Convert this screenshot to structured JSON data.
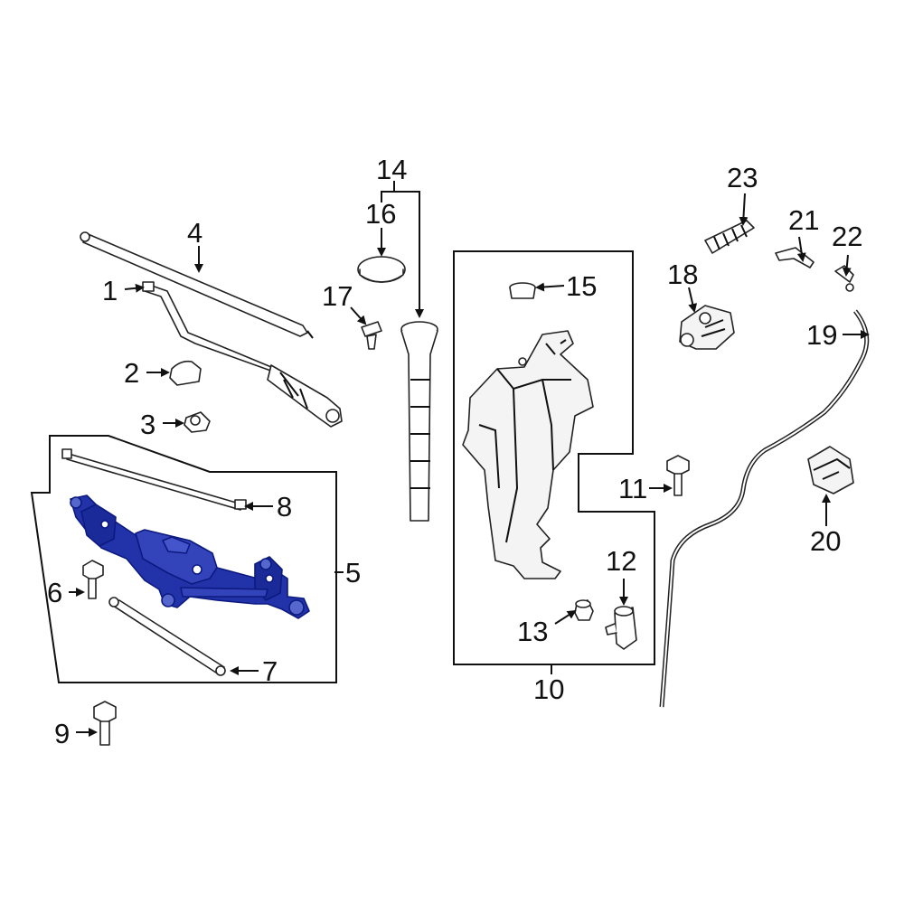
{
  "colors": {
    "background": "#ffffff",
    "line": "#111111",
    "highlight_fill": "#2233aa",
    "highlight_stroke": "#0c1a80"
  },
  "callouts": [
    "1",
    "2",
    "3",
    "4",
    "5",
    "6",
    "7",
    "8",
    "9",
    "10",
    "11",
    "12",
    "13",
    "14",
    "15",
    "16",
    "17",
    "18",
    "19",
    "20",
    "21",
    "22",
    "23"
  ],
  "highlighted_part": "5"
}
